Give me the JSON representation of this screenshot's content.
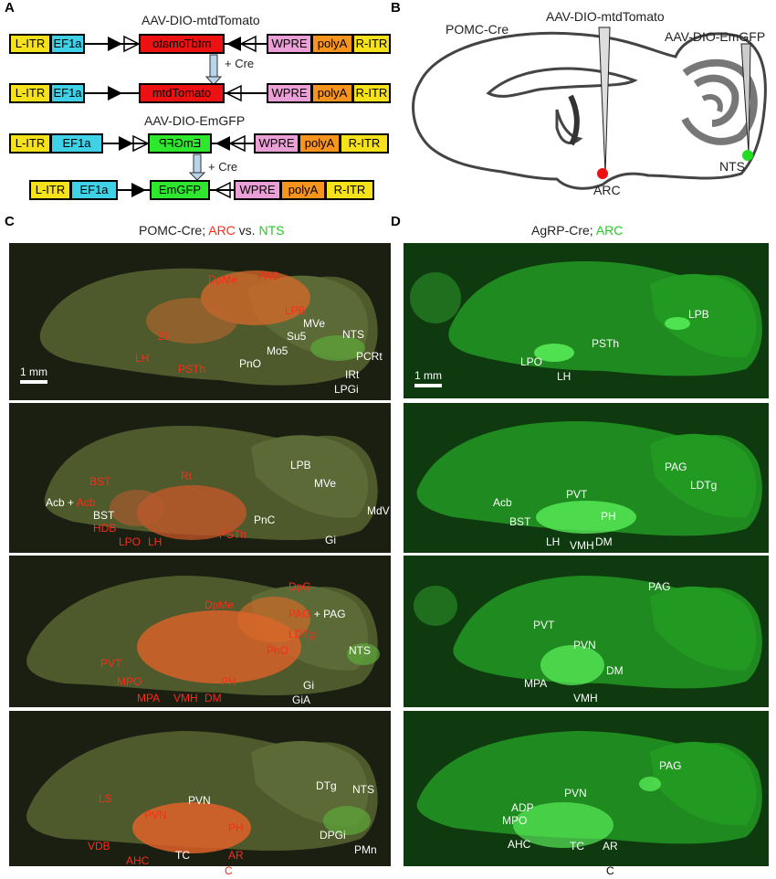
{
  "panel_labels": {
    "a": "A",
    "b": "B",
    "c": "C",
    "d": "D"
  },
  "panel_a": {
    "title1": "AAV-DIO-mtdTomato",
    "title2": "AAV-DIO-EmGFP",
    "cre1": "+ Cre",
    "cre2": "+ Cre",
    "l_itr": "L-ITR",
    "ef1a": "EF1a",
    "mtdtomato": "mtdTomato",
    "emgfp": "EmGFP",
    "wpre": "WPRE",
    "polya": "polyA",
    "r_itr": "R-ITR"
  },
  "panel_b": {
    "pomc": "POMC-Cre",
    "inj1": "AAV-DIO-mtdTomato",
    "inj2": "AAV-DIO-EmGFP",
    "arc": "ARC",
    "nts": "NTS"
  },
  "panel_c": {
    "title_prefix": "POMC-Cre; ",
    "title_arc": "ARC",
    "title_vs": " vs. ",
    "title_nts": "NTS",
    "scale": "1 mm",
    "s1": {
      "DpMe": "DpMe",
      "PAG": "PAG",
      "LPB": "LPB",
      "MVe": "MVe",
      "Su5": "Su5",
      "NTS": "NTS",
      "Mo5": "Mo5",
      "PCRt": "PCRt",
      "ZI": "ZI",
      "PnO": "PnO",
      "LH": "LH",
      "PSTh": "PSTh",
      "IRt": "IRt",
      "LPGi": "LPGi"
    },
    "s2": {
      "BST": "BST",
      "Rt": "Rt",
      "LPB": "LPB",
      "MVe": "MVe",
      "Acb_w": "Acb +",
      "Acb_r": "Acb",
      "BST2": "BST",
      "HDB": "HDB",
      "PnC": "PnC",
      "MdV": "MdV",
      "LPO": "LPO",
      "LH": "LH",
      "PSTh": "PSTh",
      "Gi": "Gi"
    },
    "s3": {
      "DpG": "DpG",
      "DpMe": "DpMe",
      "PAG_r": "PAG",
      "PAG_w": "+ PAG",
      "LDTg": "LDTg",
      "PnO": "PnO",
      "NTS": "NTS",
      "PVT": "PVT",
      "MPO": "MPO",
      "PH": "PH",
      "Gi": "Gi",
      "MPA": "MPA",
      "VMH": "VMH",
      "DM": "DM",
      "GiA": "GiA"
    },
    "s4": {
      "LS": "LS",
      "PVN_w": "PVN",
      "PVN_r": "PVN",
      "DTg": "DTg",
      "NTS": "NTS",
      "PH": "PH",
      "DPGi": "DPGi",
      "VDB": "VDB",
      "PMn": "PMn",
      "AHC": "AHC",
      "TC": "TC",
      "AR": "AR",
      "C": "C"
    }
  },
  "panel_d": {
    "title_prefix": "AgRP-Cre; ",
    "title_arc": "ARC",
    "scale": "1 mm",
    "s1": {
      "LPB": "LPB",
      "PSTh": "PSTh",
      "LPO": "LPO",
      "LH": "LH"
    },
    "s2": {
      "PAG": "PAG",
      "LDTg": "LDTg",
      "Acb": "Acb",
      "PVT": "PVT",
      "PH": "PH",
      "BST": "BST",
      "LH": "LH",
      "VMH": "VMH",
      "DM": "DM"
    },
    "s3": {
      "PAG": "PAG",
      "PVT": "PVT",
      "PVN": "PVN",
      "DM": "DM",
      "MPA": "MPA",
      "VMH": "VMH"
    },
    "s4": {
      "PAG": "PAG",
      "PVN": "PVN",
      "ADP": "ADP",
      "MPO": "MPO",
      "AHC": "AHC",
      "TC": "TC",
      "AR": "AR",
      "C": "C"
    }
  }
}
